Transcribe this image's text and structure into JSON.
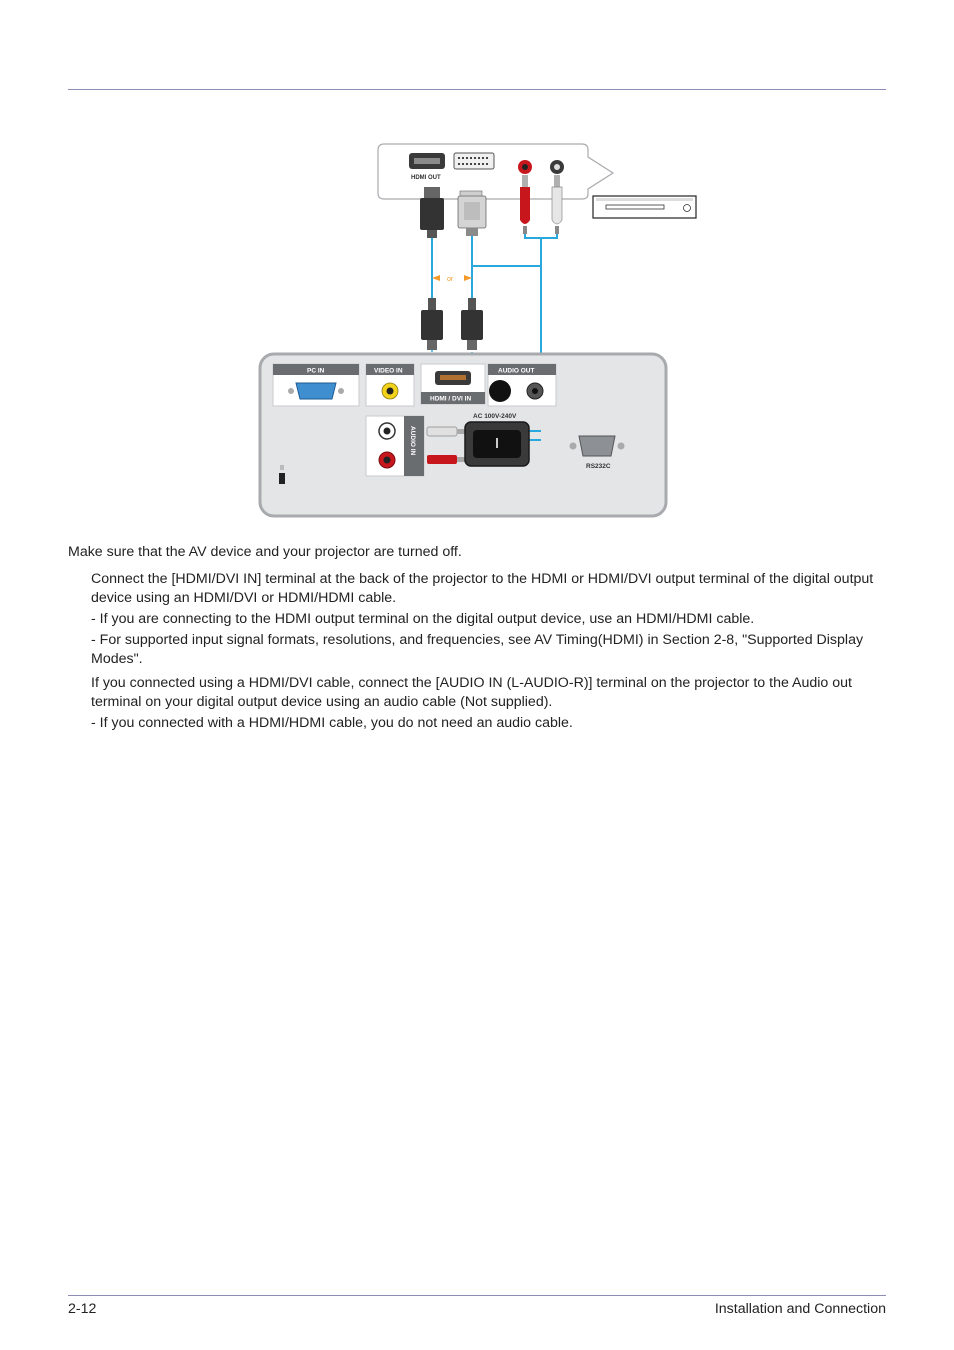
{
  "diagram": {
    "labels": {
      "hdmi_out": "HDMI OUT",
      "or": "or",
      "pc_in": "PC IN",
      "video_in": "VIDEO IN",
      "audio_out": "AUDIO OUT",
      "hdmi_dvi_in": "HDMI / DVI IN",
      "audio_in": "AUDIO IN",
      "ac": "AC 100V-240V",
      "rs232c": "RS232C"
    },
    "colors": {
      "cable": "#29a8e0",
      "or_arrow": "#f39a2b",
      "panel": "#e4e5e7",
      "panel_border": "#a8aaad",
      "port_label": "#6a6d70",
      "audio_red": "#c8161d",
      "audio_white": "#d8d8d8"
    }
  },
  "content": {
    "intro": "Make sure that the AV device and your projector are turned off.",
    "step1": "Connect the [HDMI/DVI IN] terminal at the back of the projector to the HDMI or HDMI/DVI output terminal of the digital output device using an HDMI/DVI or HDMI/HDMI cable.",
    "step1_note1": "- If you are connecting to the HDMI output terminal on the digital output device, use an HDMI/HDMI cable.",
    "step1_note2": "- For supported input signal formats, resolutions, and frequencies, see AV Timing(HDMI) in Section 2-8, \"Supported Display Modes\".",
    "step2": "If you connected using a HDMI/DVI cable, connect the [AUDIO IN (L-AUDIO-R)] terminal on the projector to the Audio out terminal on your digital output device using an audio cable (Not supplied).",
    "step2_note1": "- If you connected with a HDMI/HDMI cable, you do not need an audio cable."
  },
  "footer": {
    "page_number": "2-12",
    "section": "Installation and Connection"
  }
}
